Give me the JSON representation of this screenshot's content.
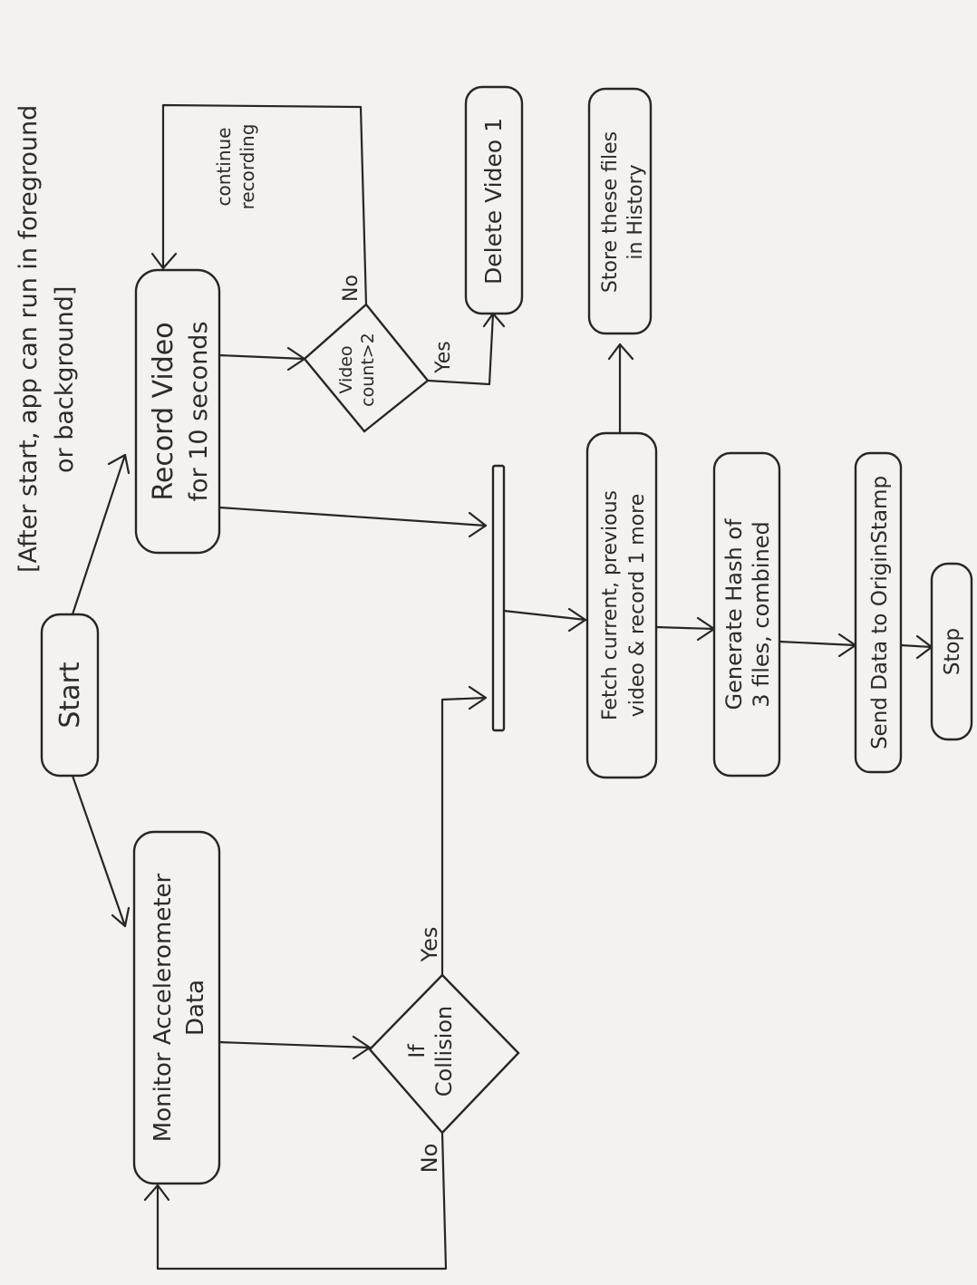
{
  "note": {
    "line1": "[After start, app can run in foreground",
    "line2": "or background]"
  },
  "nodes": {
    "start": "Start",
    "monitor": {
      "line1": "Monitor Accelerometer",
      "line2": "Data"
    },
    "collision": {
      "line1": "If",
      "line2": "Collision"
    },
    "record": {
      "line1": "Record Video",
      "line2": "for 10 seconds"
    },
    "video_count": {
      "line1": "Video",
      "line2": "count>2"
    },
    "delete": "Delete Video 1",
    "fetch": {
      "line1": "Fetch current, previous",
      "line2": "video & record 1 more"
    },
    "store": {
      "line1": "Store these files",
      "line2": "in History"
    },
    "hash": {
      "line1": "Generate Hash of",
      "line2": "3 files, combined"
    },
    "send": "Send Data to OriginStamp",
    "stop": "Stop"
  },
  "labels": {
    "continue": {
      "line1": "continue",
      "line2": "recording"
    },
    "collision_yes": "Yes",
    "collision_no": "No",
    "count_yes": "Yes",
    "count_no": "No"
  }
}
